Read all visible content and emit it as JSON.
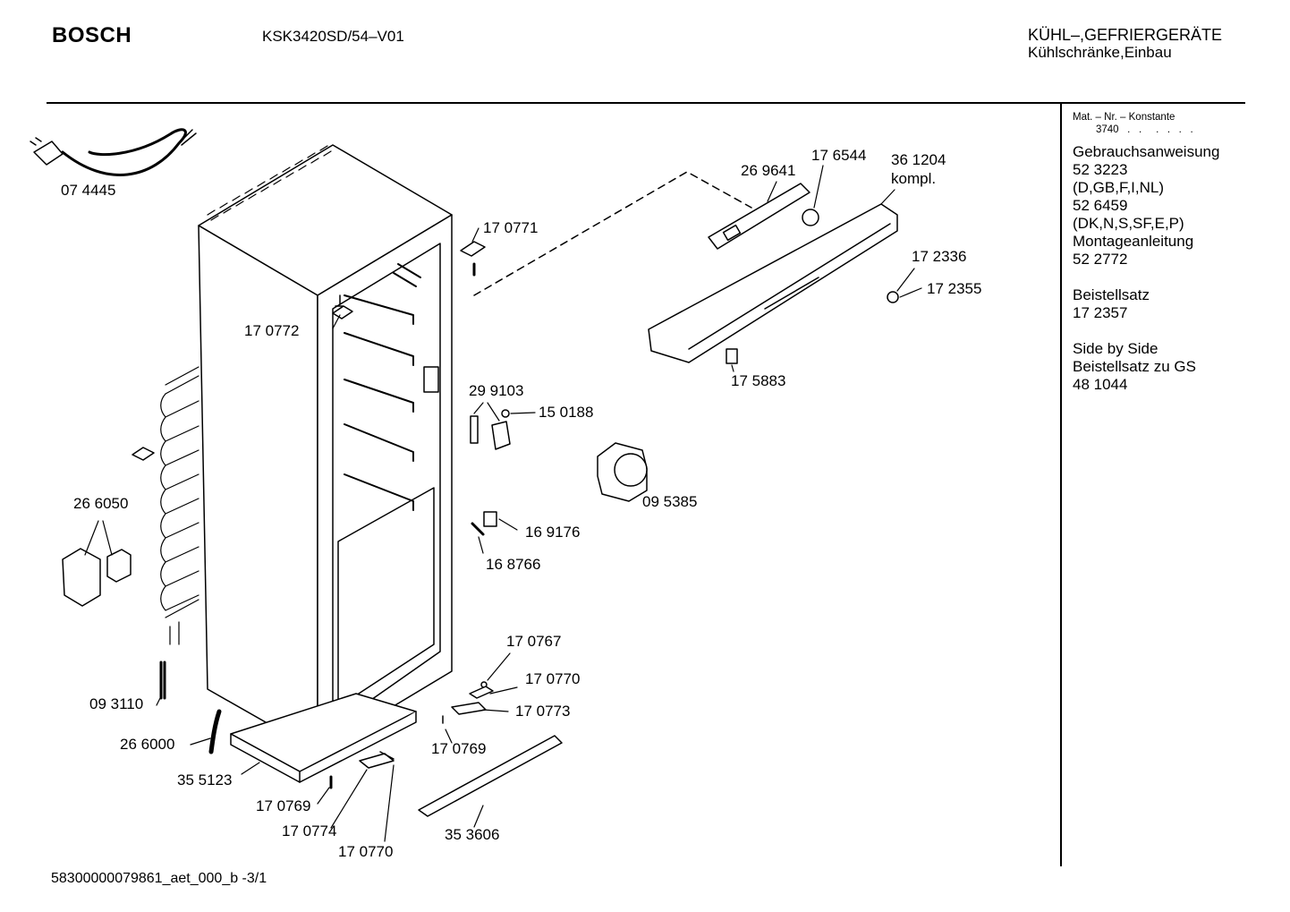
{
  "header": {
    "brand": "BOSCH",
    "model": "KSK3420SD/54–V01",
    "category_line1": "KÜHL–,GEFRIERGERÄTE",
    "category_line2": "Kühlschränke,Einbau"
  },
  "sidebar": {
    "mat_label": "Mat. – Nr. – Konstante",
    "mat_value": "3740   .   .     .   .   .   .",
    "items": [
      "Gebrauchsanweisung",
      "52 3223",
      "(D,GB,F,I,NL)",
      "52 6459",
      "(DK,N,S,SF,E,P)",
      "Montageanleitung",
      "52 2772"
    ],
    "beistell_label": "Beistellsatz",
    "beistell_value": "17 2357",
    "side_label1": "Side by Side",
    "side_label2": "Beistellsatz zu GS",
    "side_value": "48 1044"
  },
  "parts": {
    "p074445": "07 4445",
    "p269641": "26 9641",
    "p176544": "17 6544",
    "p361204": "36 1204",
    "p361204b": "kompl.",
    "p170771": "17 0771",
    "p172336": "17 2336",
    "p172355": "17 2355",
    "p170772": "17 0772",
    "p175883": "17 5883",
    "p299103": "29 9103",
    "p150188": "15 0188",
    "p095385": "09 5385",
    "p266050": "26 6050",
    "p169176": "16 9176",
    "p168766": "16 8766",
    "p170767": "17 0767",
    "p170770a": "17 0770",
    "p170773": "17 0773",
    "p093110": "09 3110",
    "p170769a": "17 0769",
    "p266000": "26 6000",
    "p355123": "35 5123",
    "p170769b": "17 0769",
    "p170774": "17 0774",
    "p353606": "35 3606",
    "p170770b": "17 0770"
  },
  "footer": {
    "code": "58300000079861_aet_000_b -3/1"
  }
}
